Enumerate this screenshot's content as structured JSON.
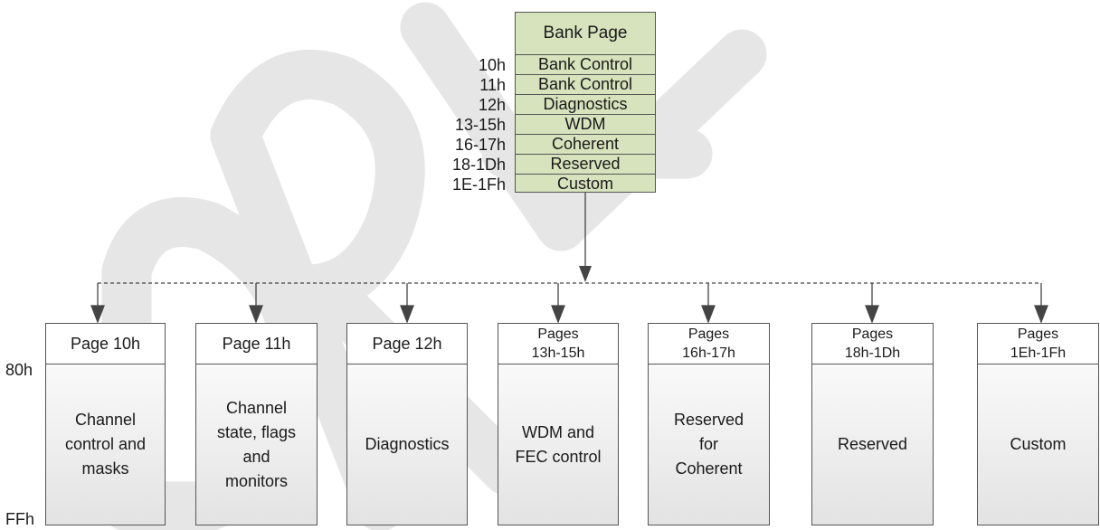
{
  "bank": {
    "title": "Bank Page",
    "rows": [
      {
        "offset": "10h",
        "label": "Bank Control"
      },
      {
        "offset": "11h",
        "label": "Bank Control"
      },
      {
        "offset": "12h",
        "label": "Diagnostics"
      },
      {
        "offset": "13-15h",
        "label": "WDM"
      },
      {
        "offset": "16-17h",
        "label": "Coherent"
      },
      {
        "offset": "18-1Dh",
        "label": "Reserved"
      },
      {
        "offset": "1E-1Fh",
        "label": "Custom"
      }
    ]
  },
  "address_labels": {
    "start": "80h",
    "end": "FFh"
  },
  "pages": [
    {
      "title": "Page 10h",
      "body": "Channel\ncontrol and\nmasks"
    },
    {
      "title": "Page 11h",
      "body": "Channel\nstate, flags\nand\nmonitors"
    },
    {
      "title": "Page 12h",
      "body": "Diagnostics"
    },
    {
      "title": "Pages\n13h-15h",
      "body": "WDM and\nFEC control"
    },
    {
      "title": "Pages\n16h-17h",
      "body": "Reserved\nfor\nCoherent"
    },
    {
      "title": "Pages\n18h-1Dh",
      "body": "Reserved"
    },
    {
      "title": "Pages\n1Eh-1Fh",
      "body": "Custom"
    }
  ],
  "colors": {
    "bank_fill": "#d6e3bc",
    "border": "#555555",
    "watermark": "#e6e6e6"
  }
}
